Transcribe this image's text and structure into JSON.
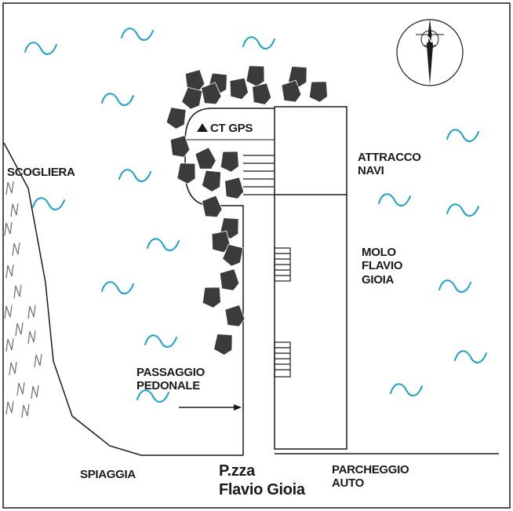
{
  "map": {
    "labels": {
      "scogliera": "SCOGLIERA",
      "ct_gps": "CT GPS",
      "attracco": [
        "ATTRACCO",
        "NAVI"
      ],
      "molo": [
        "MOLO",
        "FLAVIO",
        "GIOIA"
      ],
      "passaggio": [
        "PASSAGGIO",
        "PEDONALE"
      ],
      "spiaggia": "SPIAGGIA",
      "piazza": [
        "P.zza",
        "Flavio Gioia"
      ],
      "parcheggio": [
        "PARCHEGGIO",
        "AUTO"
      ]
    },
    "compass_letter": "N",
    "colors": {
      "water": "#1aa3c8",
      "rock_fill": "#3b3b3b",
      "line": "#1a1a1a",
      "vegetation": "#6e6e6e",
      "background": "#ffffff"
    }
  }
}
